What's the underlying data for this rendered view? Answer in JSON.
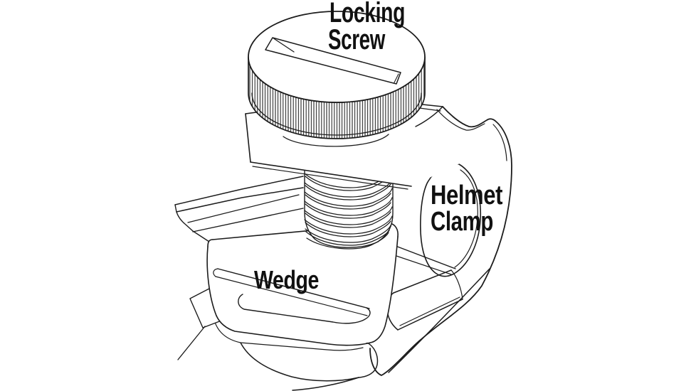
{
  "figure": {
    "background": "#ffffff",
    "line_color": "#1c1c1c",
    "text_color": "#111111",
    "labels": {
      "locking_screw": {
        "line1": "Locking",
        "line2": "Screw"
      },
      "helmet_clamp": {
        "line1": "Helmet",
        "line2": "Clamp"
      },
      "wedge": {
        "line1": "Wedge"
      }
    }
  }
}
